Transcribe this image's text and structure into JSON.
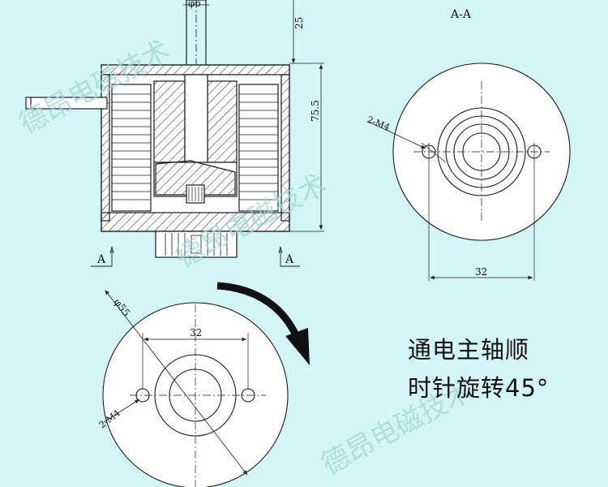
{
  "section_label": "A-A",
  "dimensions": {
    "shaft_diameter": "φ6",
    "stroke_top": "25",
    "total_height": "75.5",
    "hole_spacing_right": "32",
    "hole_spacing_bottom": "32",
    "body_diameter": "φ55"
  },
  "holes_right": "2-M4",
  "holes_bottom": "2-M4",
  "cut_marks": {
    "left": "A",
    "right": "A"
  },
  "note": {
    "line1": "通电主轴顺",
    "line2": "时针旋转45°"
  },
  "watermark": "德昂电磁技术",
  "colors": {
    "background": "#d4f5f8",
    "line": "#1a1a1a",
    "watermark": "#9fd8d4"
  }
}
